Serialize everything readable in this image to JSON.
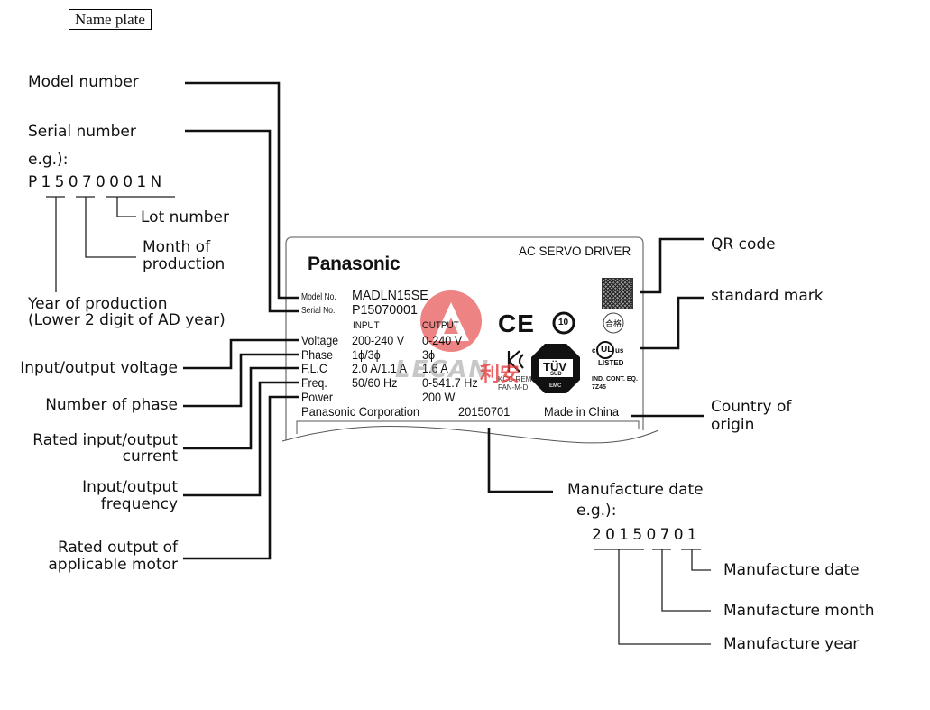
{
  "title": "Name plate",
  "annotations_left": {
    "model_number": "Model number",
    "serial_number": "Serial number",
    "serial_example_prefix": "e.g.):",
    "serial_example": "P15070001N",
    "lot_number": "Lot number",
    "month_of_production_1": "Month of",
    "month_of_production_2": "production",
    "year_of_production_1": "Year of production",
    "year_of_production_2": "(Lower 2 digit of AD year)",
    "io_voltage": "Input/output voltage",
    "num_phase": "Number of phase",
    "rated_current_1": "Rated input/output",
    "rated_current_2": "current",
    "io_frequency_1": "Input/output",
    "io_frequency_2": "frequency",
    "rated_output_1": "Rated output of",
    "rated_output_2": "applicable motor"
  },
  "annotations_right": {
    "qr_code": "QR code",
    "standard_mark": "standard mark",
    "country_1": "Country of",
    "country_2": "origin"
  },
  "annotations_bottom": {
    "manufacture_date": "Manufacture date",
    "example_prefix": "e.g.):",
    "date_example": "20150701",
    "date_part": "Manufacture date",
    "month_part": "Manufacture month",
    "year_part": "Manufacture year"
  },
  "plate": {
    "brand": "Panasonic",
    "product": "AC SERVO DRIVER",
    "model_label": "Model No.",
    "model_value": "MADLN15SE",
    "serial_label": "Serial No.",
    "serial_value": "P15070001",
    "input_header": "INPUT",
    "output_header": "OUTPUT",
    "rows": [
      {
        "label": "Voltage",
        "input": "200-240 V",
        "output": "0-240 V"
      },
      {
        "label": "Phase",
        "input": "1ϕ/3ϕ",
        "output": "3ϕ"
      },
      {
        "label": "F.L.C",
        "input": "2.0 A/1.1 A",
        "output": "1.6 A"
      },
      {
        "label": "Freq.",
        "input": "50/60 Hz",
        "output": "0-541.7 Hz"
      },
      {
        "label": "Power",
        "input": "",
        "output": "200 W"
      }
    ],
    "manufacturer": "Panasonic Corporation",
    "date": "20150701",
    "origin": "Made in China",
    "marks": {
      "ce": "CE",
      "rohs": "10",
      "pass_mark": "合格",
      "kc_text_1": "KCC-REM-",
      "kc_text_2": "FAN-M-D",
      "tuv": "TÜV",
      "tuv_sub": "SÜD",
      "tuv_bottom": "EMC",
      "ul_c": "c",
      "ul_us": "us",
      "ul_listed": "LISTED",
      "ul_ind": "IND. CONT. EQ.",
      "ul_code": "7Z45"
    }
  },
  "watermark": {
    "text": "LECAN",
    "cn_text": "利安"
  },
  "colors": {
    "line": "#111111",
    "watermark_red": "#e85a5a"
  }
}
